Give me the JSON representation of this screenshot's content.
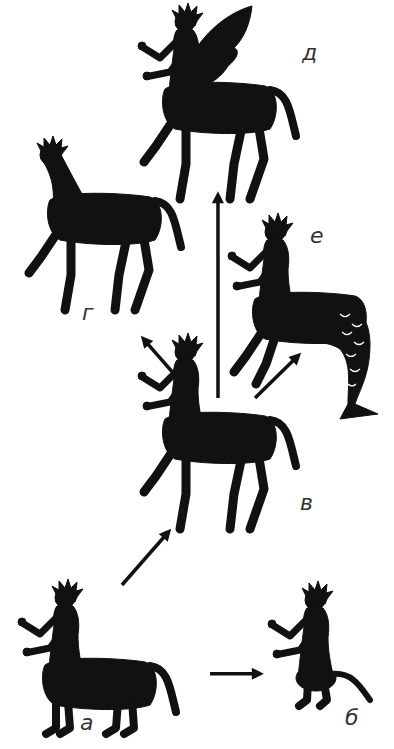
{
  "diagram": {
    "nodes": [
      {
        "text": [
          "д"
        ]
      },
      {
        "text": [
          "г"
        ]
      },
      {
        "text": [
          "е"
        ]
      },
      {
        "text": [
          "в"
        ]
      },
      {
        "text": [
          "а"
        ]
      },
      {
        "text": [
          "б"
        ]
      }
    ],
    "edges": [
      {
        "from": 4,
        "to": 3,
        "arrow": "to"
      },
      {
        "from": 4,
        "to": 5,
        "arrow": "to"
      },
      {
        "from": 3,
        "to": 1,
        "arrow": "to"
      },
      {
        "from": 3,
        "to": 0,
        "arrow": "to"
      },
      {
        "from": 3,
        "to": 2,
        "arrow": "to"
      }
    ]
  }
}
